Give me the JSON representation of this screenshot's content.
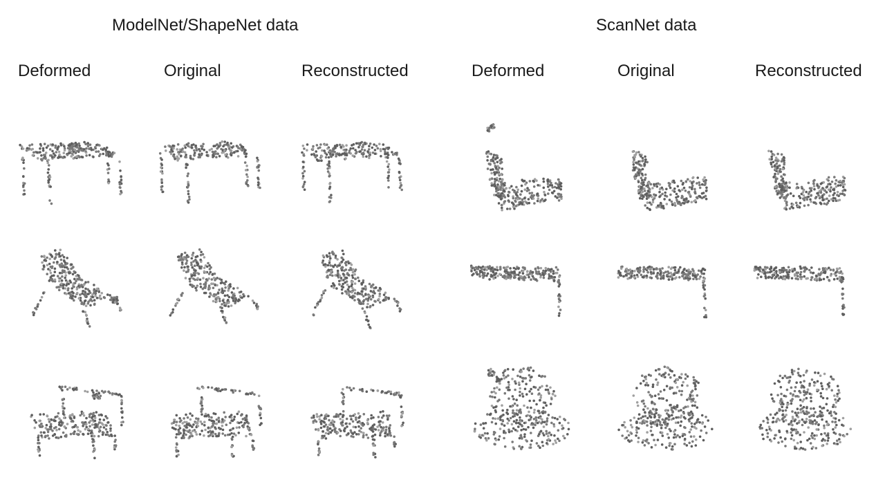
{
  "groups": [
    {
      "title": "ModelNet/ShapeNet data"
    },
    {
      "title": "ScanNet data"
    }
  ],
  "columns": [
    {
      "label": "Deformed"
    },
    {
      "label": "Original"
    },
    {
      "label": "Reconstructed"
    },
    {
      "label": "Deformed"
    },
    {
      "label": "Original"
    },
    {
      "label": "Reconstructed"
    }
  ],
  "rows": [
    {
      "left_object": "table",
      "right_object": "chair-side"
    },
    {
      "left_object": "lounge-chair",
      "right_object": "desk"
    },
    {
      "left_object": "bench",
      "right_object": "armchair"
    }
  ],
  "colors": {
    "point_dark": "#5e5e5e",
    "point_mid": "#7a7a7a",
    "point_light": "#a0a0a0"
  }
}
